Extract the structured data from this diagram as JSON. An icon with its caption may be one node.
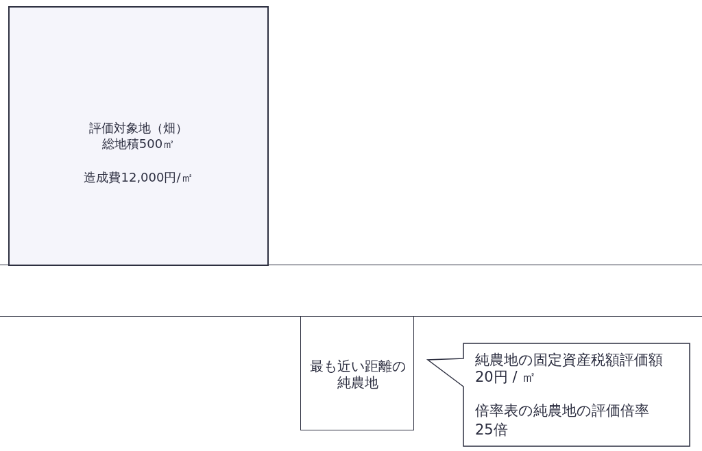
{
  "diagram": {
    "nodes": [
      {
        "text": [
          "評価対象地（畑）",
          "総地積500㎡",
          "造成費12,000円/㎡"
        ]
      },
      {
        "text": [],
        "shape": "band"
      },
      {
        "text": [
          "最も近い距離の純農地"
        ]
      },
      {
        "text": [
          "純農地の固定資産税額評価額",
          "20円 / ㎡",
          "倍率表の純農地の評価倍率",
          "25倍"
        ]
      }
    ]
  }
}
